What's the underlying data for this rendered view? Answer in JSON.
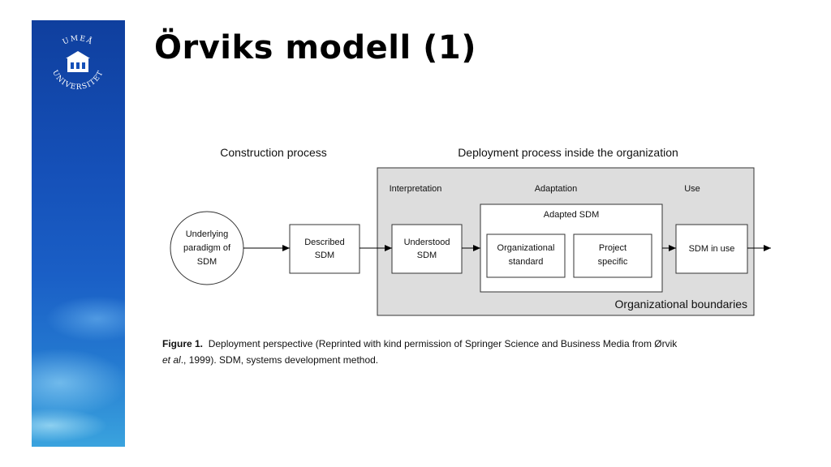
{
  "slide": {
    "title": "Örviks modell (1)"
  },
  "logo": {
    "text_top": "UMEÅ",
    "text_bottom": "UNIVERSITET"
  },
  "diagram": {
    "construction_heading": "Construction process",
    "deployment_heading": "Deployment process inside the organization",
    "phase_interpretation": "Interpretation",
    "phase_adaptation": "Adaptation",
    "phase_use": "Use",
    "circle_line1": "Underlying",
    "circle_line2": "paradigm of",
    "circle_line3": "SDM",
    "described_line1": "Described",
    "described_line2": "SDM",
    "understood_line1": "Understood",
    "understood_line2": "SDM",
    "adapted_label": "Adapted SDM",
    "org_std_line1": "Organizational",
    "org_std_line2": "standard",
    "project_line1": "Project",
    "project_line2": "specific",
    "sdm_in_use": "SDM in use",
    "boundaries_label": "Organizational boundaries",
    "boundary_fill": "#dddddd"
  },
  "caption": {
    "label": "Figure 1.",
    "text_part1": "Deployment perspective (Reprinted with kind permission of Springer Science and Business Media from Ørvik",
    "italic": "et al",
    "text_part2": "., 1999). SDM, systems development method."
  }
}
